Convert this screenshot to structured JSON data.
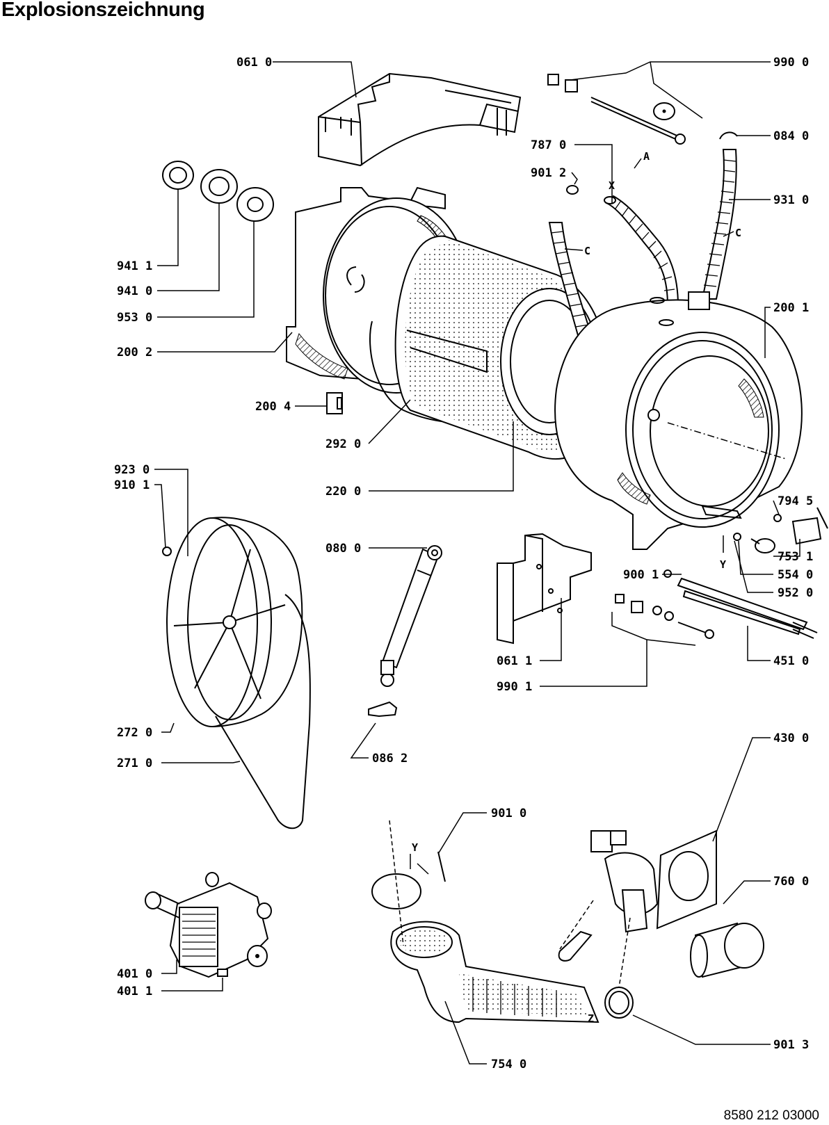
{
  "page": {
    "title": "Explosionszeichnung",
    "document_number": "8580 212 03000"
  },
  "part_labels": {
    "p0610": "061 0",
    "p9900": "990 0",
    "p0840": "084 0",
    "p7870": "787 0",
    "p9012": "901 2",
    "p9310": "931 0",
    "p9411": "941 1",
    "p9410": "941 0",
    "p9530": "953 0",
    "p2002": "200 2",
    "p2001": "200 1",
    "p2004": "200 4",
    "p2920": "292 0",
    "p2200": "220 0",
    "p9230": "923 0",
    "p9101": "910 1",
    "p0800": "080 0",
    "p7945": "794 5",
    "p7531": "753 1",
    "p5540": "554 0",
    "p9520": "952 0",
    "p9001": "900 1",
    "p4510": "451 0",
    "p0611": "061 1",
    "p9901": "990 1",
    "p2720": "272 0",
    "p2710": "271 0",
    "p0862": "086 2",
    "p4300": "430 0",
    "p9010": "901 0",
    "p7600": "760 0",
    "p4010": "401 0",
    "p4011": "401 1",
    "p9013": "901 3",
    "p7540": "754 0"
  },
  "letter_marks": {
    "a": "A",
    "x": "X",
    "c_left": "C",
    "c_right": "C",
    "y_tub": "Y",
    "y_seal": "Y",
    "z": "Z"
  }
}
